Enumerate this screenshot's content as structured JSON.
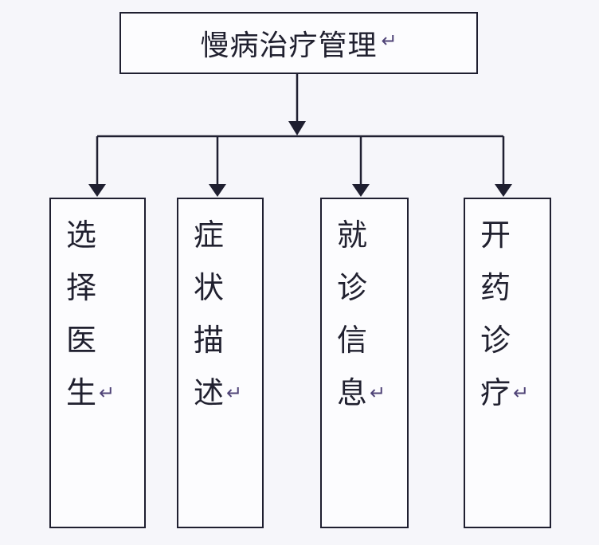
{
  "diagram": {
    "root": {
      "label": "慢病治疗管理",
      "return_mark": "↵"
    },
    "children": [
      {
        "label": "选择医生",
        "return_mark": "↵"
      },
      {
        "label": "症状描述",
        "return_mark": "↵"
      },
      {
        "label": "就诊信息",
        "return_mark": "↵"
      },
      {
        "label": "开药诊疗",
        "return_mark": "↵"
      }
    ],
    "colors": {
      "line": "#1f1f30",
      "text": "#20202f",
      "return_mark": "#4f4377",
      "box_fill": "#fcfcfe",
      "background": "#f6f6fa"
    }
  }
}
